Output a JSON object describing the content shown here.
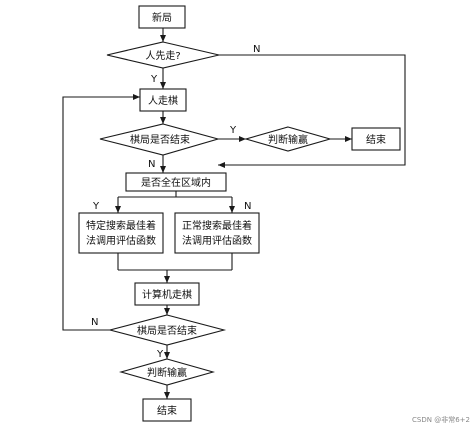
{
  "nodes": {
    "start": "新局",
    "q_human_first": "人先走?",
    "human_move": "人走棋",
    "q_game_over_1": "棋局是否结束",
    "judge_1": "判断输赢",
    "end_1": "结束",
    "q_all_in_area": "是否全在区域内",
    "special_search_l1": "特定搜索最佳着",
    "special_search_l2": "法调用评估函数",
    "normal_search_l1": "正常搜索最佳着",
    "normal_search_l2": "法调用评估函数",
    "computer_move": "计算机走棋",
    "q_game_over_2": "棋局是否结束",
    "judge_2": "判断输赢",
    "end_2": "结束"
  },
  "labels": {
    "n_human_first": "N",
    "y_human_first": "Y",
    "y_game_over_1": "Y",
    "n_game_over_1": "N",
    "y_area": "Y",
    "n_area": "N",
    "n_game_over_2": "N",
    "y_game_over_2": "Y"
  },
  "watermark": "CSDN @非常6+2"
}
